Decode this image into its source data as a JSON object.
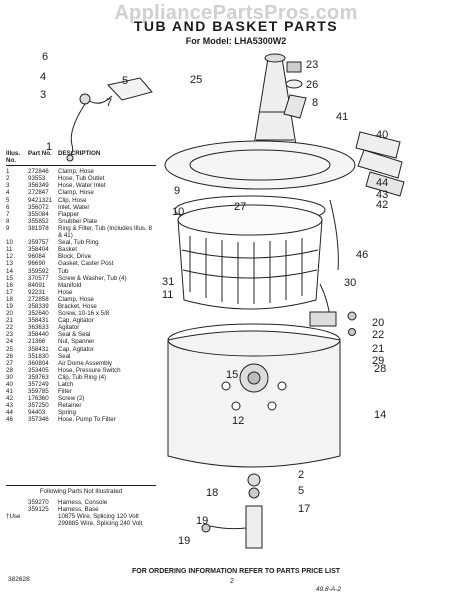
{
  "watermark": "AppliancePartsPros.com",
  "title": "TUB AND BASKET PARTS",
  "model_line": "For Model: LHA5300W2",
  "table_headers": {
    "illus": "Illus. No.",
    "part": "Part No.",
    "desc": "DESCRIPTION"
  },
  "parts": [
    {
      "n": "1",
      "p": "272846",
      "d": "Clamp, Hose"
    },
    {
      "n": "2",
      "p": "93553",
      "d": "Hose, Tub Outlet"
    },
    {
      "n": "3",
      "p": "356349",
      "d": "Hose, Water Inlet"
    },
    {
      "n": "4",
      "p": "272847",
      "d": "Clamp, Hose"
    },
    {
      "n": "5",
      "p": "9421321",
      "d": "Clip, Hose"
    },
    {
      "n": "6",
      "p": "356072",
      "d": "Inlet, Water"
    },
    {
      "n": "7",
      "p": "355084",
      "d": "Flapper"
    },
    {
      "n": "8",
      "p": "355852",
      "d": "Snubber Plate"
    },
    {
      "n": "9",
      "p": "381978",
      "d": "Ring & Filter, Tub (Includes Illus. 8 & 41)"
    },
    {
      "n": "10",
      "p": "359757",
      "d": "Seal, Tub Ring"
    },
    {
      "n": "11",
      "p": "358404",
      "d": "Basket"
    },
    {
      "n": "12",
      "p": "96084",
      "d": "Block, Drive"
    },
    {
      "n": "13",
      "p": "96690",
      "d": "Gasket, Caster Post"
    },
    {
      "n": "14",
      "p": "359592",
      "d": "Tub"
    },
    {
      "n": "15",
      "p": "370577",
      "d": "Screw & Washer, Tub (4)"
    },
    {
      "n": "16",
      "p": "84091",
      "d": "Manifold"
    },
    {
      "n": "17",
      "p": "92231",
      "d": "Hose"
    },
    {
      "n": "18",
      "p": "272858",
      "d": "Clamp, Hose"
    },
    {
      "n": "19",
      "p": "358339",
      "d": "Bracket, Hose"
    },
    {
      "n": "20",
      "p": "352640",
      "d": "Screw, 10-16 x 5/8"
    },
    {
      "n": "21",
      "p": "358431",
      "d": "Cap, Agitator"
    },
    {
      "n": "22",
      "p": "363633",
      "d": "Agitator"
    },
    {
      "n": "23",
      "p": "358440",
      "d": "Seal & Seal"
    },
    {
      "n": "24",
      "p": "21366",
      "d": "Nut, Spanner"
    },
    {
      "n": "25",
      "p": "358431",
      "d": "Cap, Agitator"
    },
    {
      "n": "26",
      "p": "351830",
      "d": "Seal"
    },
    {
      "n": "27",
      "p": "360804",
      "d": "Air Dome Assembly"
    },
    {
      "n": "28",
      "p": "353405",
      "d": "Hose, Pressure Switch"
    },
    {
      "n": "30",
      "p": "359763",
      "d": "Clip, Tub Ring (4)"
    },
    {
      "n": "40",
      "p": "357249",
      "d": "Latch"
    },
    {
      "n": "41",
      "p": "359785",
      "d": "Filter"
    },
    {
      "n": "42",
      "p": "176360",
      "d": "Screw (2)"
    },
    {
      "n": "43",
      "p": "357250",
      "d": "Retainer"
    },
    {
      "n": "44",
      "p": "94403",
      "d": "Spring"
    },
    {
      "n": "46",
      "p": "357346",
      "d": "Hose, Pump To Filter"
    }
  ],
  "not_illustrated_title": "Following Parts Not Illustrated",
  "not_illustrated": [
    {
      "n": "",
      "p": "359270",
      "d": "Harness, Console"
    },
    {
      "n": "",
      "p": "359125",
      "d": "Harness, Base"
    },
    {
      "n": "†Use",
      "p": "",
      "d": "10875 Wire, Splicing 120 Volt"
    },
    {
      "n": "",
      "p": "",
      "d": "299885 Wire, Splicing 240 Volt"
    }
  ],
  "callouts": [
    "6",
    "4",
    "3",
    "7",
    "5",
    "1",
    "25",
    "23",
    "26",
    "8",
    "41",
    "40",
    "44",
    "43",
    "42",
    "9",
    "10",
    "27",
    "46",
    "31",
    "11",
    "30",
    "20",
    "22",
    "21",
    "29",
    "28",
    "15",
    "12",
    "14",
    "2",
    "5",
    "17",
    "18",
    "19",
    "19"
  ],
  "footer_note": "FOR ORDERING INFORMATION REFER TO PARTS PRICE LIST",
  "doc_code": "382628",
  "page_number": "2",
  "stamp": "49.8-A-2"
}
